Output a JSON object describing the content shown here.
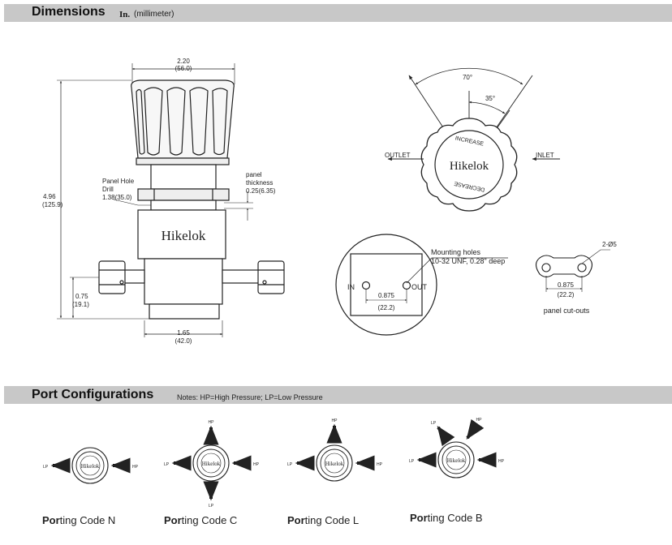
{
  "sections": {
    "dimensions": {
      "title": "Dimensions",
      "unit_bold": "In.",
      "unit_rest": "(millimeter)"
    },
    "ports": {
      "title": "Port Configurations",
      "notes": "Notes: HP=High Pressure; LP=Low Pressure"
    }
  },
  "side_view": {
    "width_in": "2.20",
    "width_mm": "(56.0)",
    "height_in": "4.96",
    "height_mm": "(125.9)",
    "panel_hole_l1": "Panel Hole",
    "panel_hole_l2": "Drill",
    "panel_hole_l3": "1.38(35.0)",
    "panel_thk_l1": "panel",
    "panel_thk_l2": "thickness",
    "panel_thk_l3": "0.25(6.35)",
    "port_h_in": "0.75",
    "port_h_mm": "(19.1)",
    "base_in": "1.65",
    "base_mm": "(42.0)",
    "brand": "Hikelok"
  },
  "top_view": {
    "angle_total": "70°",
    "angle_half": "35°",
    "outlet": "OUTLET",
    "inlet": "INLET",
    "increase": "INCREASE",
    "decrease": "DECREASE",
    "brand": "Hikelok"
  },
  "bottom_view": {
    "mount_l1": "Mounting holes",
    "mount_l2": "10-32 UNF, 0.28\" deep",
    "in": "IN",
    "out": "OUT",
    "pitch_in": "0.875",
    "pitch_mm": "(22.2)"
  },
  "cutout": {
    "holes": "2-Ø5",
    "pitch_in": "0.875",
    "pitch_mm": "(22.2)",
    "caption": "panel cut-outs"
  },
  "configs": [
    {
      "code_bold": "Por",
      "code_rest": "ting Code  N",
      "lp": "LP",
      "hp": "HP",
      "mini_brand": "Hikelok"
    },
    {
      "code_bold": "Por",
      "code_rest": "ting Code  C",
      "lp": "LP",
      "hp": "HP",
      "top": "HP",
      "bottom": "LP",
      "mini_brand": "Hikelok"
    },
    {
      "code_bold": "Por",
      "code_rest": "ting Code  L",
      "lp": "LP",
      "hp": "HP",
      "top": "HP",
      "mini_brand": "Hikelok"
    },
    {
      "code_bold": "Por",
      "code_rest": "ting Code  B",
      "lp": "LP",
      "hp": "HP",
      "topleft": "LP",
      "topright": "HP",
      "mini_brand": "Hikelok"
    }
  ]
}
